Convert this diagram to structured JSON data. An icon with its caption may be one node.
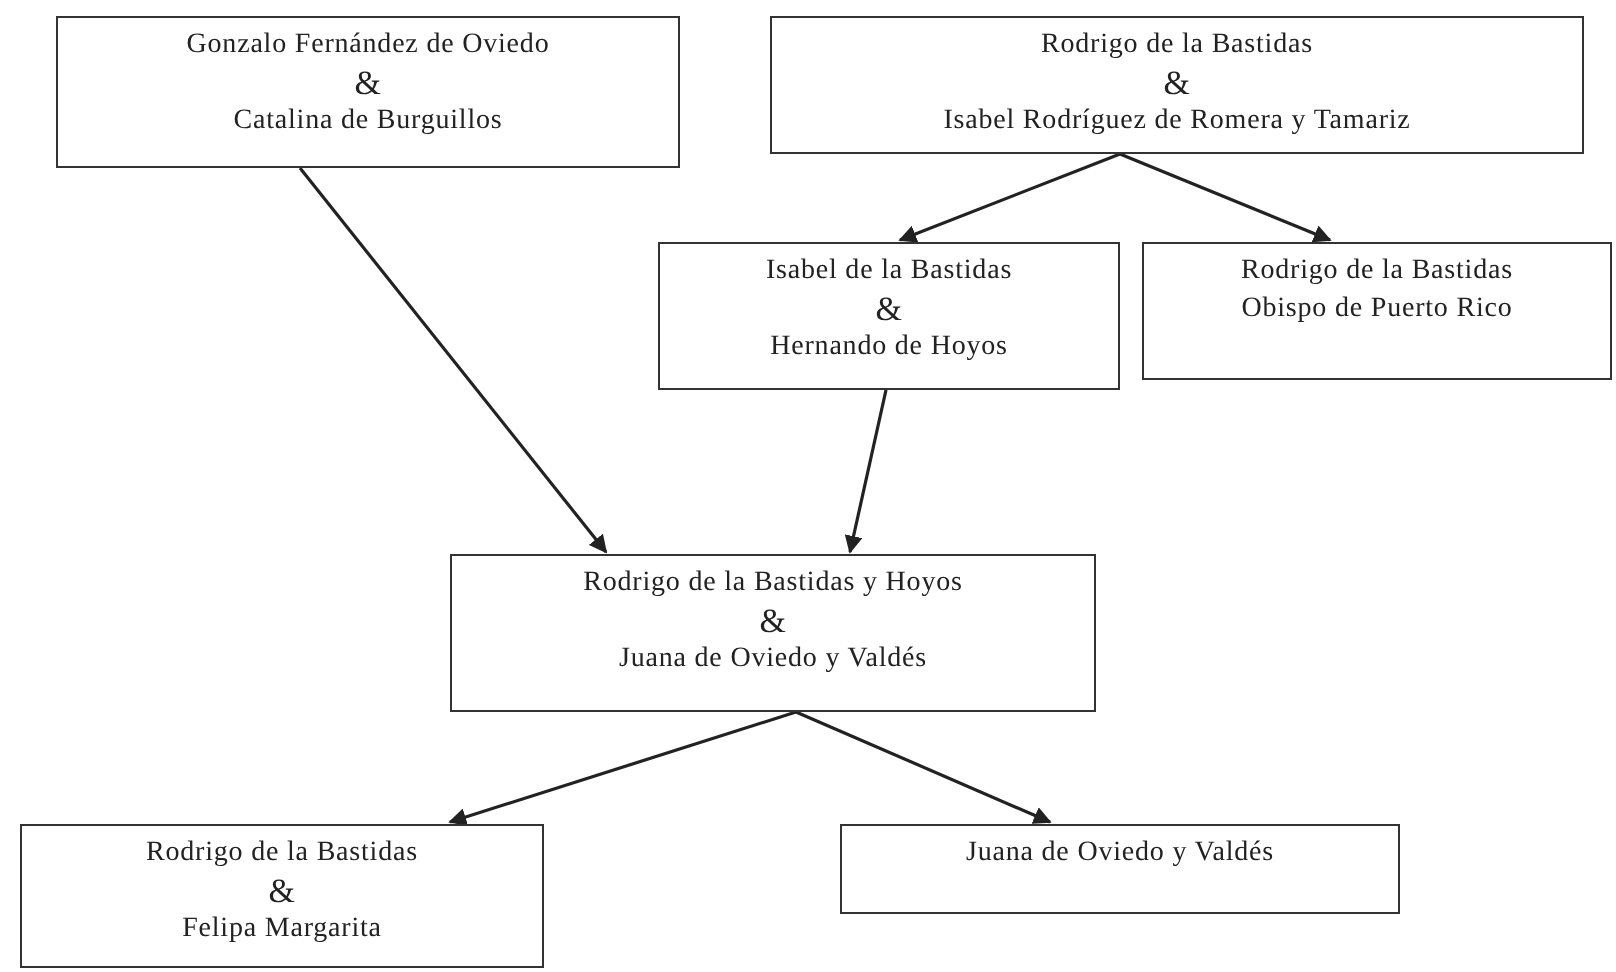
{
  "diagram": {
    "nodes": [
      {
        "text": [
          "Gonzalo Fernández de Oviedo",
          "&",
          "Catalina de Burguillos"
        ]
      },
      {
        "text": [
          "Rodrigo de la Bastidas",
          "&",
          "Isabel Rodríguez de Romera y Tamariz"
        ]
      },
      {
        "text": [
          "Isabel de la Bastidas",
          "&",
          "Hernando de Hoyos"
        ]
      },
      {
        "text": [
          "Rodrigo de la Bastidas",
          "Obispo de Puerto Rico"
        ]
      },
      {
        "text": [
          "Rodrigo de la Bastidas y Hoyos",
          "&",
          "Juana de Oviedo y Valdés"
        ]
      },
      {
        "text": [
          "Rodrigo de la Bastidas",
          "&",
          "Felipa Margarita"
        ]
      },
      {
        "text": [
          "Juana de Oviedo y Valdés"
        ]
      }
    ],
    "edges": [
      {
        "from": 0,
        "to": 4,
        "arrow": "to"
      },
      {
        "from": 1,
        "to": 2,
        "arrow": "to"
      },
      {
        "from": 1,
        "to": 3,
        "arrow": "to"
      },
      {
        "from": 2,
        "to": 4,
        "arrow": "to"
      },
      {
        "from": 4,
        "to": 5,
        "arrow": "to"
      },
      {
        "from": 4,
        "to": 6,
        "arrow": "to"
      }
    ]
  }
}
